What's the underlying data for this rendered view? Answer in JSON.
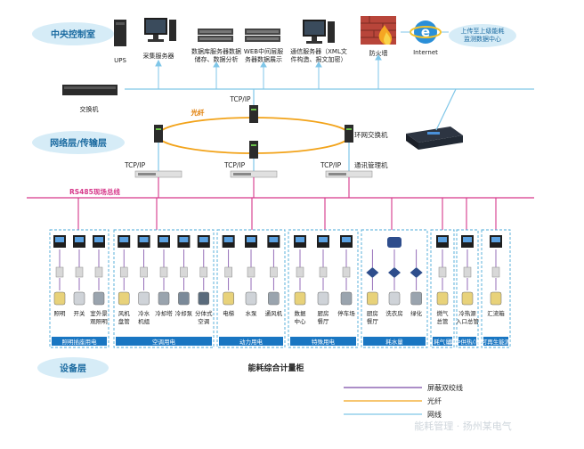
{
  "layers": {
    "central": "中央控制室",
    "network": "网络层/传输层",
    "device": "设备层"
  },
  "colors": {
    "layer_fill": "#d6ecf7",
    "layer_text": "#1a6aa0",
    "network_line": "#7fc6e8",
    "fiber": "#f2a31a",
    "rs485": "#d6378a",
    "shielded": "#7b4aa6",
    "dashed_box": "#4aa8d8",
    "label_blue": "#1976c2"
  },
  "central": {
    "ups": "UPS",
    "collector_server": "采集服务器",
    "db_server_l1": "数据库服务器数据",
    "db_server_l2": "储存、数据分析",
    "web_server_l1": "WEB中间层服",
    "web_server_l2": "务器数据展示",
    "comm_server_l1": "通信服务器（XML文",
    "comm_server_l2": "件构造、报文加密）",
    "firewall": "防火墙",
    "internet": "Internet",
    "upload_l1": "上传至上级能耗",
    "upload_l2": "监测数据中心",
    "switch": "交换机"
  },
  "network": {
    "tcpip_top": "TCP/IP",
    "fiber_label": "光纤",
    "ring_switch": "环网交换机",
    "tcpip_left": "TCP/IP",
    "tcpip_mid": "TCP/IP",
    "tcpip_right": "TCP/IP",
    "comm_manager": "通讯管理机",
    "rs485_bus": "RS485现场总线"
  },
  "device": {
    "title": "能耗综合计量柜",
    "groups": [
      {
        "label": "照明插座用电",
        "items": [
          [
            "照明"
          ],
          [
            "开关"
          ],
          [
            "室外景",
            "观照明"
          ]
        ]
      },
      {
        "label": "空调用电",
        "items": [
          [
            "风机",
            "盘管"
          ],
          [
            "冷水",
            "机组"
          ],
          [
            "冷却塔"
          ],
          [
            "冷却泵"
          ],
          [
            "分体式",
            "空调"
          ]
        ]
      },
      {
        "label": "动力用电",
        "items": [
          [
            "电梯"
          ],
          [
            "水泵"
          ],
          [
            "通风机"
          ]
        ]
      },
      {
        "label": "特殊用电",
        "items": [
          [
            "数据",
            "中心"
          ],
          [
            "厨房",
            "餐厅"
          ],
          [
            "停车场"
          ]
        ]
      },
      {
        "label": "耗水量",
        "items": [
          [
            "厨房",
            "餐厅"
          ],
          [
            "洗衣房"
          ],
          [
            "绿化"
          ]
        ]
      },
      {
        "label": "耗气量",
        "items": [
          [
            "燃气",
            "总管"
          ]
        ]
      },
      {
        "label": "集中供热/冷热",
        "items": [
          [
            "冷热源",
            "入口总管"
          ]
        ]
      },
      {
        "label": "可再生能源",
        "items": [
          [
            "汇流箱"
          ]
        ]
      }
    ]
  },
  "legend": {
    "shielded_pair": "屏蔽双绞线",
    "fiber": "光纤",
    "network_cable": "网线"
  },
  "watermark": "能耗管理 · 扬州某电气"
}
